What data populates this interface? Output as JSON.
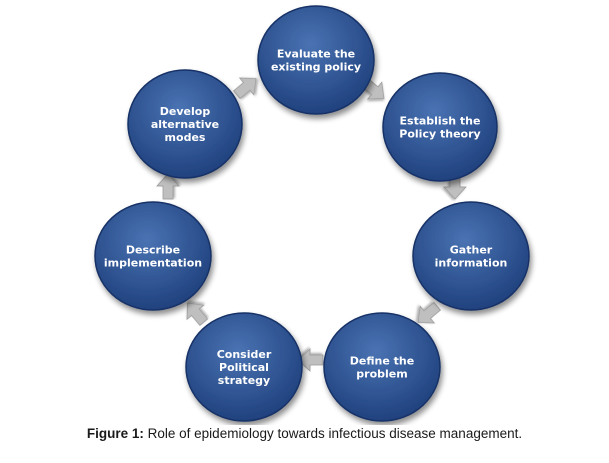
{
  "diagram": {
    "nodes": [
      {
        "id": "evaluate",
        "lines": [
          "Evaluate the",
          "existing policy"
        ]
      },
      {
        "id": "establish",
        "lines": [
          "Establish the",
          "Policy theory"
        ]
      },
      {
        "id": "gather",
        "lines": [
          "Gather",
          "information"
        ]
      },
      {
        "id": "define",
        "lines": [
          "Define the",
          "problem"
        ]
      },
      {
        "id": "consider",
        "lines": [
          "Consider",
          "Political",
          "strategy"
        ]
      },
      {
        "id": "describe",
        "lines": [
          "Describe",
          "implementation"
        ]
      },
      {
        "id": "develop",
        "lines": [
          "Develop",
          "alternative",
          "modes"
        ]
      }
    ],
    "colors": {
      "node_fill_light": "#4a73b3",
      "node_fill_dark": "#1d3e7a",
      "node_edge": "#163066",
      "arrow_fill": "#bfbfbf",
      "arrow_stroke": "#9a9a9a"
    }
  },
  "caption": {
    "label": "Figure 1:",
    "text": " Role of epidemiology towards infectious disease management."
  }
}
